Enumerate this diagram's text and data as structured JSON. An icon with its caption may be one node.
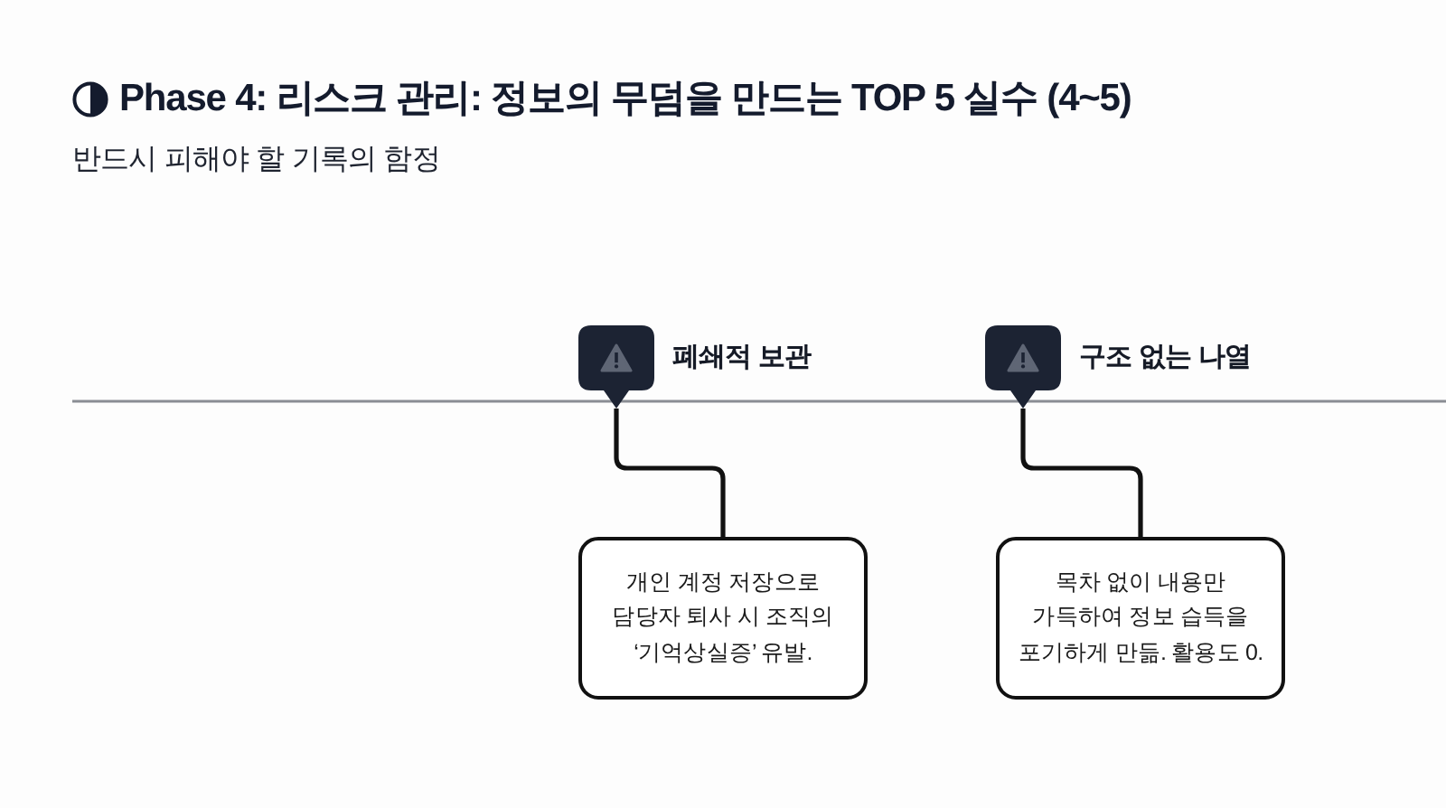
{
  "diagram": {
    "title": "Phase 4: 리스크 관리: 정보의 무덤을 만드는 TOP 5 실수 (4~5)",
    "nodes": [
      {
        "text": [],
        "shape": "pin",
        "beside": [
          "폐쇄적 보관"
        ]
      },
      {
        "text": [],
        "shape": "pin",
        "beside": [
          "구조 없는 나열"
        ]
      },
      {
        "text": [
          "개인 계정 저장으로 담당자 퇴사 시 조직의 ‘기억상실증’ 유발."
        ]
      },
      {
        "text": [
          "목차 없이 내용만 가득하여 정보 습득을 포기하게 만듦. 활용도 0."
        ]
      }
    ],
    "edges": [
      {
        "from": 0,
        "to": 2,
        "arrow": "none"
      },
      {
        "from": 1,
        "to": 3,
        "arrow": "none"
      }
    ],
    "labels": [
      "반드시 피해야 할 기록의 함정"
    ]
  }
}
